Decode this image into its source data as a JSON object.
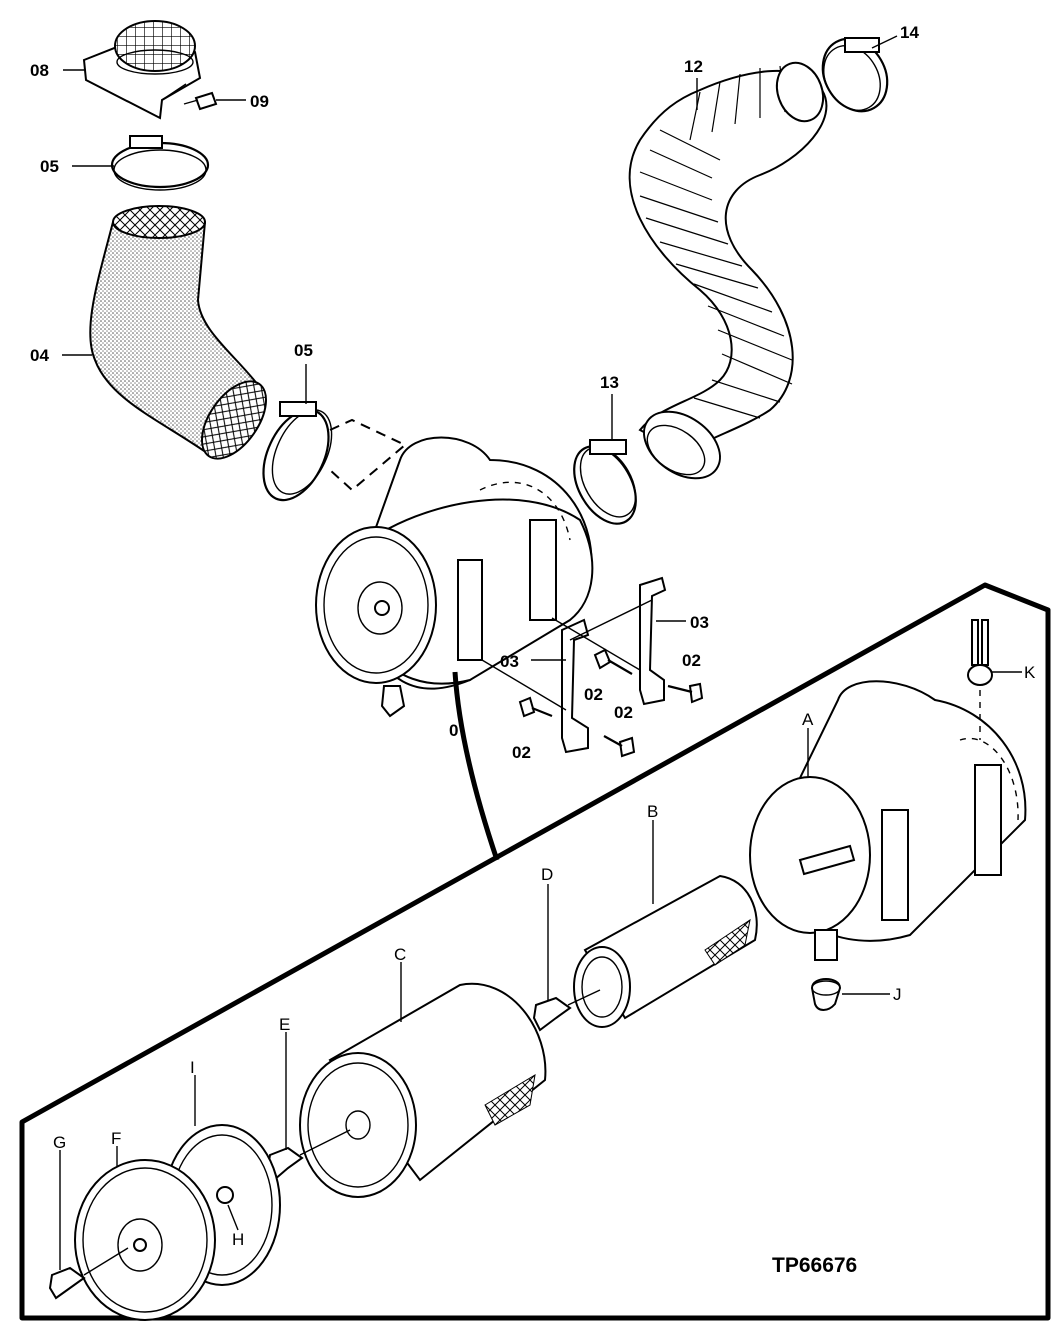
{
  "figure_id": "TP66676",
  "callouts": {
    "c08": "08",
    "c09": "09",
    "c05a": "05",
    "c04": "04",
    "c05b": "05",
    "c12": "12",
    "c14": "14",
    "c13": "13",
    "c03a": "03",
    "c03b": "03",
    "c02a": "02",
    "c02b": "02",
    "c02c": "02",
    "c02d": "02",
    "c0": "0"
  },
  "letters": {
    "A": "A",
    "B": "B",
    "C": "C",
    "D": "D",
    "E": "E",
    "F": "F",
    "G": "G",
    "H": "H",
    "I": "I",
    "J": "J",
    "K": "K"
  }
}
